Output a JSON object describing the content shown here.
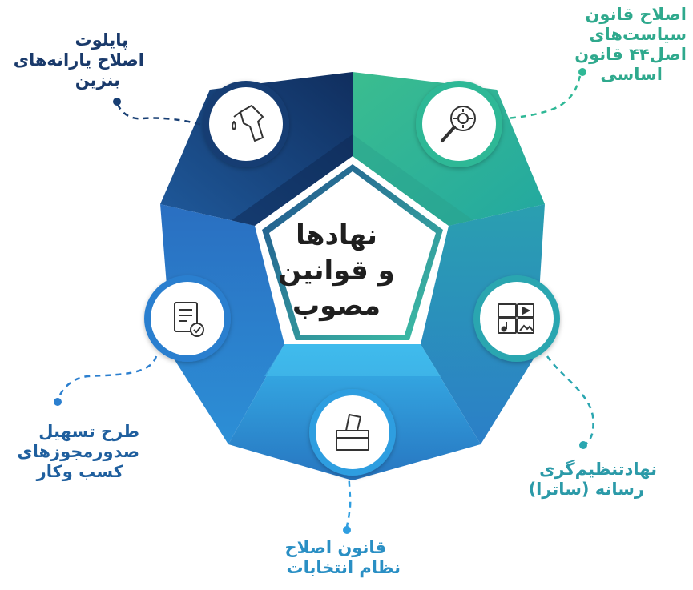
{
  "center": {
    "lines": [
      "نهادها",
      "و قوانین",
      "مصوب"
    ]
  },
  "items": [
    {
      "lines": [
        "اصلاح قانون",
        "سیاست‌های",
        "اصل۴۴ قانون",
        "اساسی"
      ],
      "color": "#2fa98d",
      "icon": "gear-magnifier-icon"
    },
    {
      "lines": [
        "پایلوت",
        "اصلاح یارانه‌های",
        "بنزین"
      ],
      "color": "#1a3a6b",
      "icon": "fuel-nozzle-icon"
    },
    {
      "lines": [
        "طرح تسهیل",
        "صدورمجوزهای",
        "کسب وکار"
      ],
      "color": "#1f5f9e",
      "icon": "document-check-icon"
    },
    {
      "lines": [
        "نهادتنظیم‌گری",
        "رسانه (ساترا)"
      ],
      "color": "#2b9aa8",
      "icon": "media-icon"
    },
    {
      "lines": [
        "قانون اصلاح",
        "نظام انتخابات"
      ],
      "color": "#2a8fc4",
      "icon": "ballot-box-icon"
    }
  ],
  "colors": {
    "green": "#2fb896",
    "navy": "#173e73",
    "blue": "#2b7fcf",
    "teal": "#2aa6b0",
    "sky": "#2f9ee0"
  }
}
